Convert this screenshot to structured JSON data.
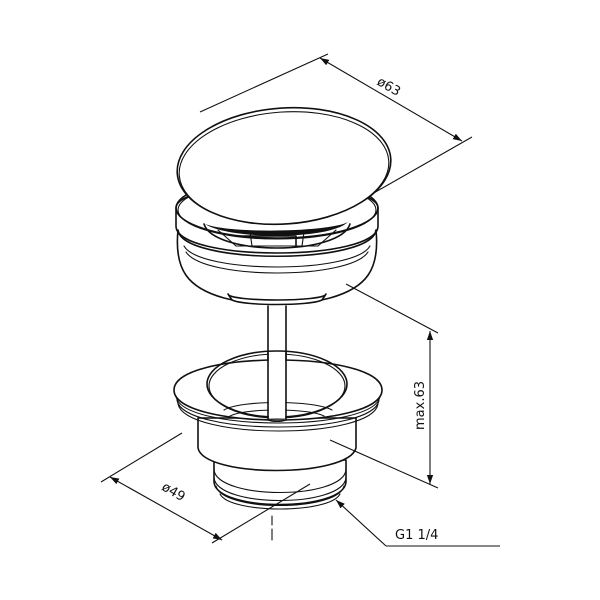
{
  "drawing": {
    "subject": "pop-up waste valve technical drawing",
    "line_color": "#111111",
    "background": "#ffffff"
  },
  "dimensions": {
    "cap_diameter": "ø63",
    "max_height": "max.63",
    "body_diameter": "ø49",
    "thread": "G1 1/4"
  }
}
